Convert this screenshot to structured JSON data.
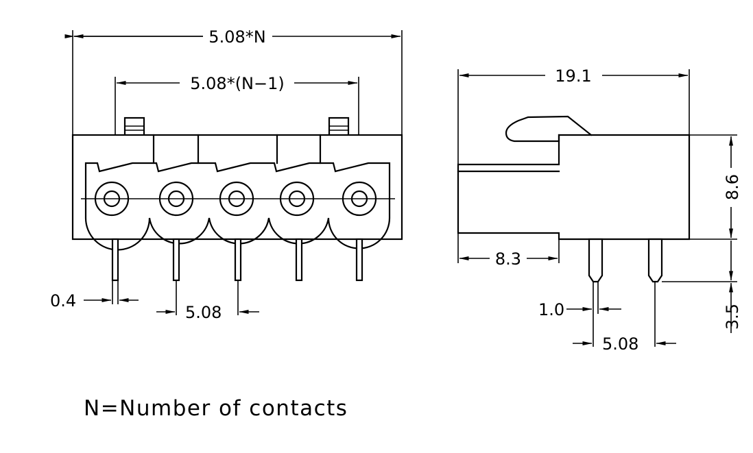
{
  "front_view": {
    "overall_width": "5.08*N",
    "pitch_span": "5.08*(N−1)",
    "pin_thickness": "0.4",
    "pin_pitch": "5.08",
    "contacts_shown": 5
  },
  "side_view": {
    "depth": "19.1",
    "height": "8.6",
    "lower_depth": "8.3",
    "pin_length": "3.5",
    "pin_width": "1.0",
    "pin_spacing": "5.08"
  },
  "note": "N=Number of contacts"
}
